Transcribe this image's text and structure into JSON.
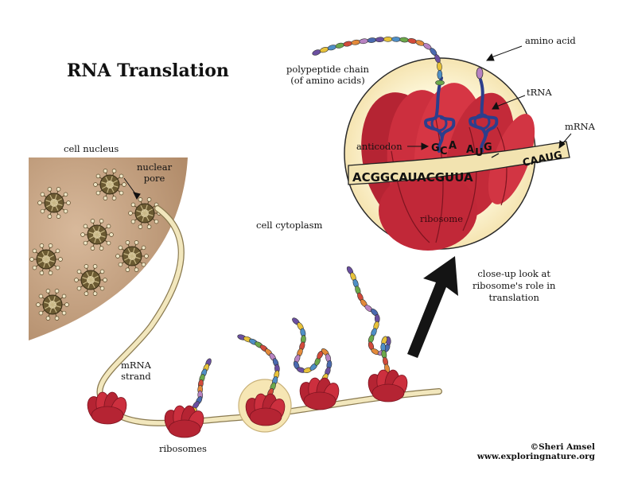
{
  "title": "RNA Translation",
  "labels": {
    "cell_nucleus": "cell nucleus",
    "nuclear_pore": [
      "nuclear",
      "pore"
    ],
    "cell_cytoplasm": "cell cytoplasm",
    "mrna_strand": [
      "mRNA",
      "strand"
    ],
    "ribosomes": "ribosomes",
    "polypeptide_chain": [
      "polypeptide chain",
      "(of amino acids)"
    ],
    "amino_acid": "amino acid",
    "trna": "tRNA",
    "mrna": "mRNA",
    "anticodon": "anticodon",
    "ribosome": "ribosome",
    "closeup": [
      "close-up look at",
      "ribosome's role in",
      "translation"
    ]
  },
  "sequences": {
    "mrna_main": "ACGGCAUACGUUA",
    "mrna_tail": "CAAUG",
    "anticodon_left": "GCA",
    "anticodon_right": "AUG"
  },
  "credit": [
    "©Sheri Amsel",
    "www.exploringnature.org"
  ],
  "colors": {
    "ribosome_red": "#c8283a",
    "nucleus_brown": "#c4a183",
    "strand_cream": "#f0e4b8",
    "closeup_bg": "#fbf1c9",
    "trna_blue": "#2c3e8c",
    "arrow_black": "#141414"
  }
}
